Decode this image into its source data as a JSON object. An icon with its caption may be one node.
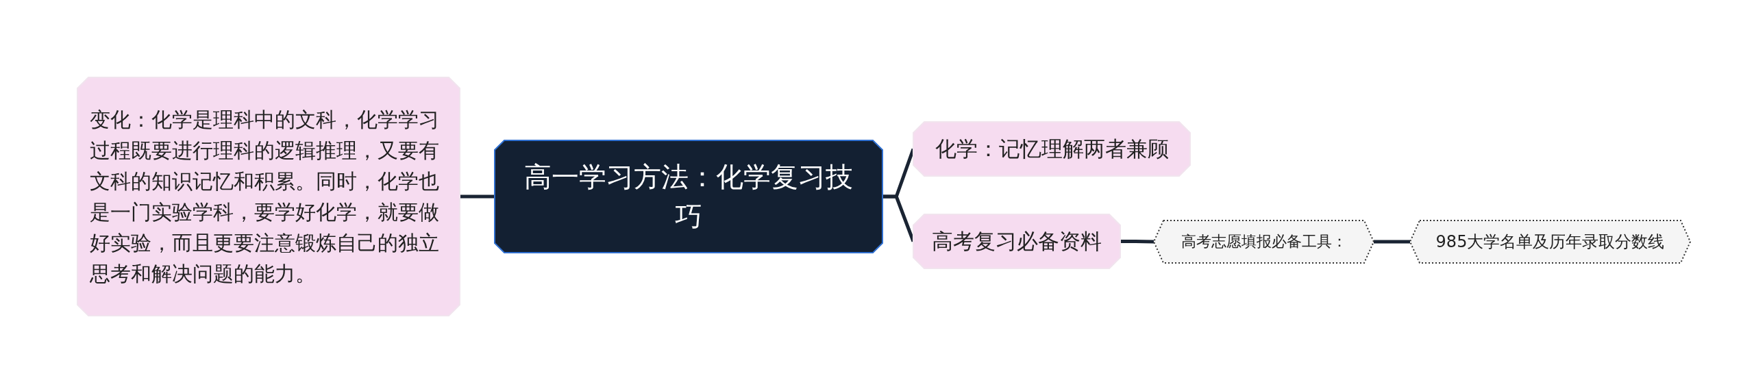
{
  "diagram": {
    "nodes": [
      {
        "text": [
          "高一学习方法：化学复习技巧"
        ]
      },
      {
        "text": [
          "变化：化学是理科中的文科，化学学习过程既要进行理科的逻辑推理，又要有文科的知识记忆和积累。同时，化学也是一门实验学科，要学好化学，就要做好实验，而且更要注意锻炼自己的独立思考和解决问题的能力。"
        ]
      },
      {
        "text": [
          "化学：记忆理解两者兼顾"
        ]
      },
      {
        "text": [
          "高考复习必备资料"
        ]
      },
      {
        "text": [
          "高考志愿填报必备工具："
        ]
      },
      {
        "text": [
          "985大学名单及历年录取分数线"
        ]
      }
    ],
    "edges": [
      {
        "from": 0,
        "to": 1,
        "arrow": "none"
      },
      {
        "from": 0,
        "to": 2,
        "arrow": "none"
      },
      {
        "from": 0,
        "to": 3,
        "arrow": "none"
      },
      {
        "from": 3,
        "to": 4,
        "arrow": "none"
      },
      {
        "from": 4,
        "to": 5,
        "arrow": "none"
      }
    ]
  }
}
